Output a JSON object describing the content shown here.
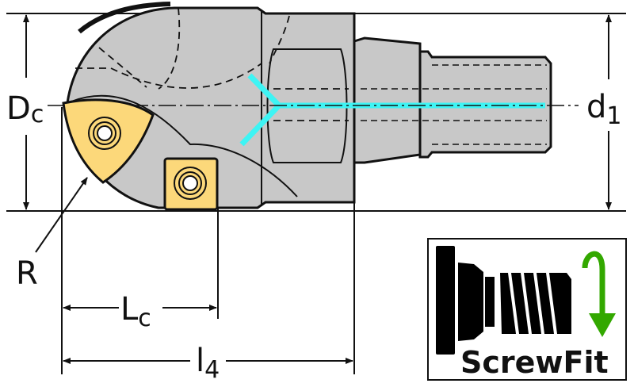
{
  "labels": {
    "dc_main": "D",
    "dc_sub": "c",
    "d1_main": "d",
    "d1_sub": "1",
    "r": "R",
    "lc_main": "L",
    "lc_sub": "c",
    "l4_main": "l",
    "l4_sub": "4"
  },
  "logo": {
    "text": "ScrewFit"
  },
  "colors": {
    "body": "#c8c8c8",
    "insert": "#fcd87a",
    "coolant": "#3ef4f4",
    "arrow": "#33a800"
  }
}
